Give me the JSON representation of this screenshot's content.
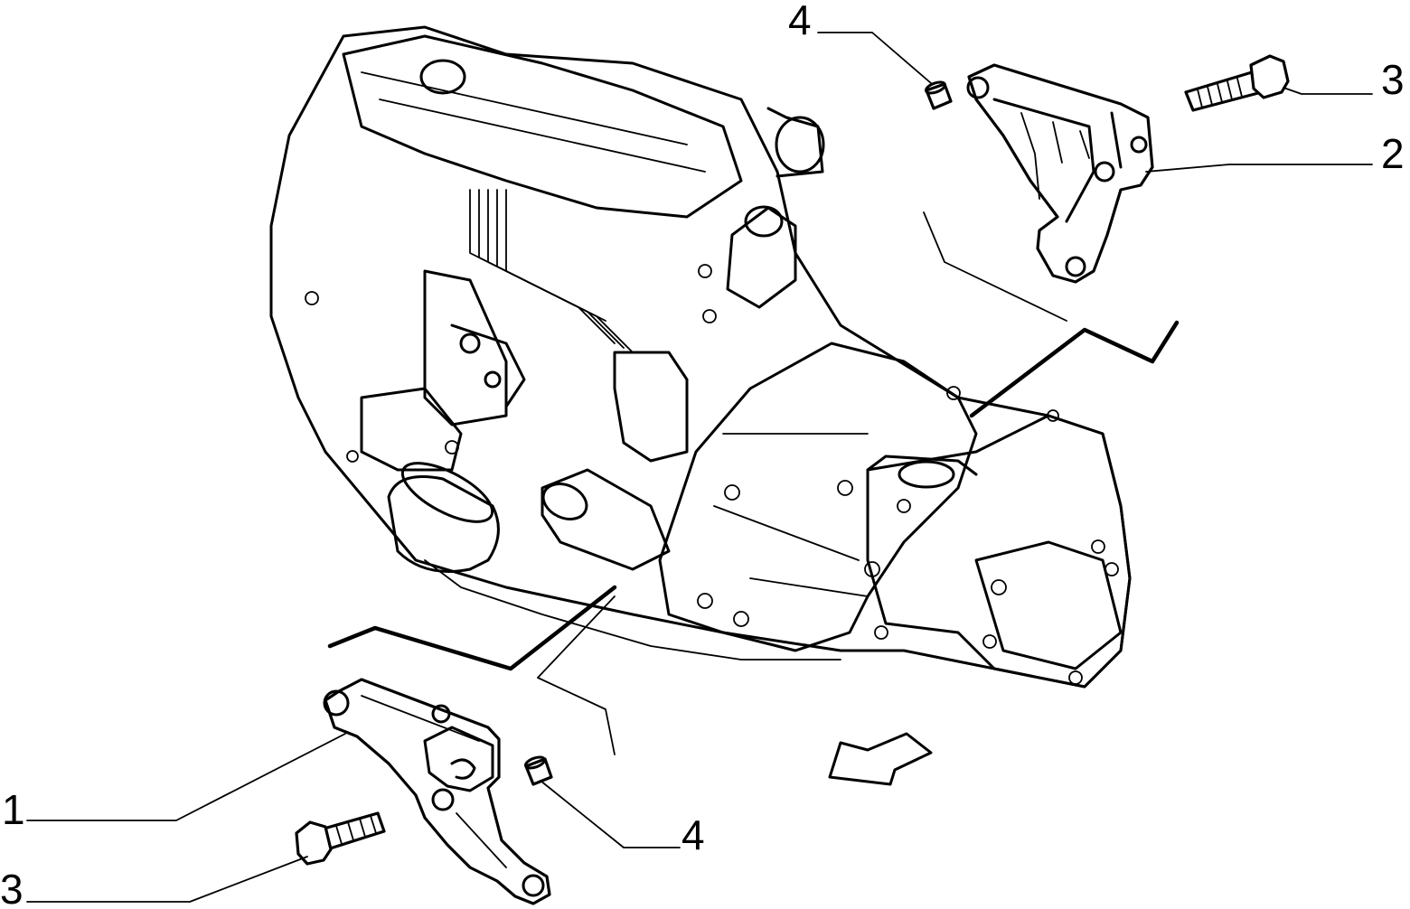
{
  "callouts": {
    "c1": "1",
    "c2": "2",
    "c3_top": "3",
    "c3_bottom": "3",
    "c4_top": "4",
    "c4_bottom": "4"
  },
  "parts": {
    "engine": "engine-gearbox-assembly",
    "bracket_lower": "engine-mount-bracket-lower",
    "bracket_upper": "engine-mount-bracket-upper",
    "bolt": "hex-bolt",
    "bushing": "bushing-sleeve",
    "arrow": "direction-arrow-icon"
  }
}
